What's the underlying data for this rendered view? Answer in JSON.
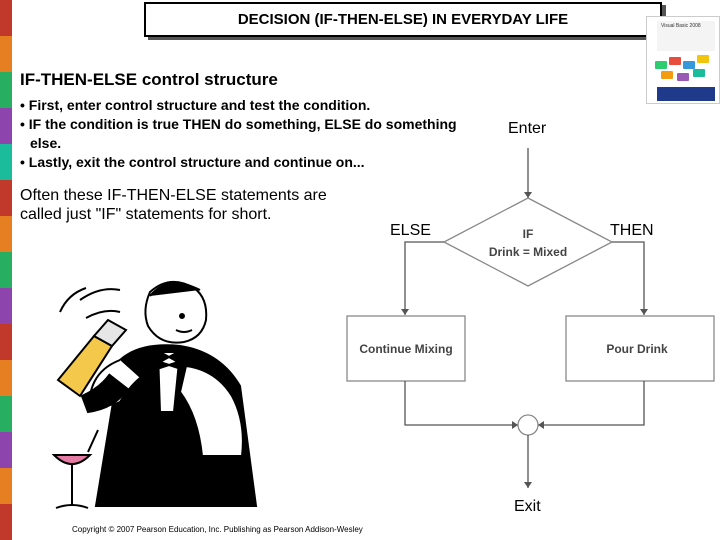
{
  "title": "DECISION (IF-THEN-ELSE) IN EVERYDAY LIFE",
  "heading": "IF-THEN-ELSE control structure",
  "bullets": [
    "• First, enter control structure and test the condition.",
    "• IF the condition is true THEN do something, ELSE do something else.",
    "• Lastly, exit the control structure and continue on..."
  ],
  "note": "Often these IF-THEN-ELSE statements are called just \"IF\" statements for short.",
  "flowchart": {
    "enter": "Enter",
    "else": "ELSE",
    "then": "THEN",
    "decision_line1": "IF",
    "decision_line2": "Drink = Mixed",
    "left_box": "Continue Mixing",
    "right_box": "Pour Drink",
    "exit": "Exit"
  },
  "book_cover": "Visual Basic 2008",
  "footer": "Copyright © 2007 Pearson Education, Inc. Publishing as Pearson Addison-Wesley",
  "colors": {
    "stripe": [
      "#c0392b",
      "#e67e22",
      "#27ae60",
      "#8e44ad",
      "#1abc9c",
      "#c0392b",
      "#e67e22",
      "#27ae60",
      "#8e44ad",
      "#c0392b",
      "#e67e22",
      "#27ae60",
      "#8e44ad",
      "#e67e22",
      "#c0392b"
    ],
    "flow_line": "#555555",
    "box_border": "#888888"
  }
}
